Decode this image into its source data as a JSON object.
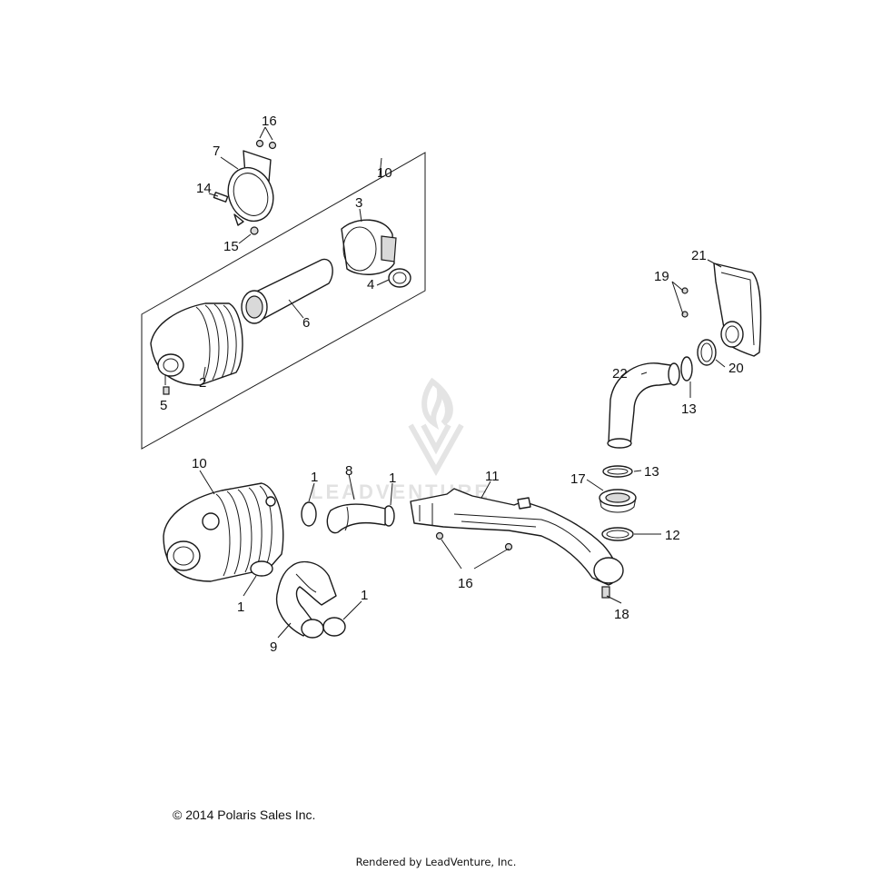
{
  "watermark": {
    "brand": "LEADVENTURE",
    "icon": "flame-v-logo-icon"
  },
  "callouts": [
    {
      "id": "c16a",
      "text": "16"
    },
    {
      "id": "c7",
      "text": "7"
    },
    {
      "id": "c10a",
      "text": "10"
    },
    {
      "id": "c14",
      "text": "14"
    },
    {
      "id": "c3",
      "text": "3"
    },
    {
      "id": "c15",
      "text": "15"
    },
    {
      "id": "c4",
      "text": "4"
    },
    {
      "id": "c6",
      "text": "6"
    },
    {
      "id": "c2",
      "text": "2"
    },
    {
      "id": "c5",
      "text": "5"
    },
    {
      "id": "c21",
      "text": "21"
    },
    {
      "id": "c19",
      "text": "19"
    },
    {
      "id": "c22",
      "text": "22"
    },
    {
      "id": "c20",
      "text": "20"
    },
    {
      "id": "c13a",
      "text": "13"
    },
    {
      "id": "c10b",
      "text": "10"
    },
    {
      "id": "c1a",
      "text": "1"
    },
    {
      "id": "c8",
      "text": "8"
    },
    {
      "id": "c1b",
      "text": "1"
    },
    {
      "id": "c11",
      "text": "11"
    },
    {
      "id": "c13b",
      "text": "13"
    },
    {
      "id": "c17",
      "text": "17"
    },
    {
      "id": "c12",
      "text": "12"
    },
    {
      "id": "c16b",
      "text": "16"
    },
    {
      "id": "c1c",
      "text": "1"
    },
    {
      "id": "c1d",
      "text": "1"
    },
    {
      "id": "c18",
      "text": "18"
    },
    {
      "id": "c9",
      "text": "9"
    }
  ],
  "footer": {
    "copyright": "© 2014 Polaris Sales Inc.",
    "rendered_by": "Rendered by LeadVenture, Inc."
  }
}
